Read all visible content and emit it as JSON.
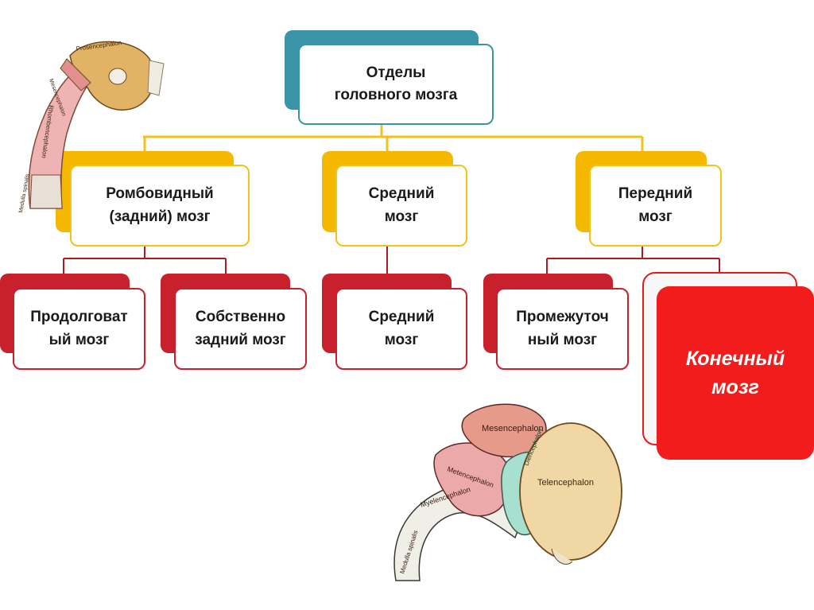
{
  "root": {
    "label": "Отделы\nголовного мозга"
  },
  "level1": [
    {
      "label": "Ромбовидный\n(задний) мозг"
    },
    {
      "label": "Средний\nмозг"
    },
    {
      "label": "Передний\nмозг"
    }
  ],
  "level2": [
    {
      "label": "Продолговат\nый мозг"
    },
    {
      "label": "Собственно\nзадний мозг"
    },
    {
      "label": "Средний\nмозг"
    },
    {
      "label": "Промежуточ\nный мозг"
    },
    {
      "label": "Конечный\nмозг"
    }
  ],
  "illustrations": {
    "embryo_tube": {
      "labels": [
        "Prosencephalon",
        "Mesencephalon",
        "Rhombencephalon",
        "Medulla spinalis"
      ]
    },
    "embryo_brain": {
      "labels": [
        "Mesencephalon",
        "Diencephalon",
        "Telencephalon",
        "Metencephalon",
        "Myelencephalon",
        "Medulla spinalis"
      ]
    }
  },
  "colors": {
    "root_accent": "#3a94a8",
    "level1_accent": "#f5b800",
    "level1_line": "#f3c21a",
    "level2_accent": "#c8202c",
    "level2_line": "#b01a24",
    "highlight_fill": "#f21c1c"
  }
}
